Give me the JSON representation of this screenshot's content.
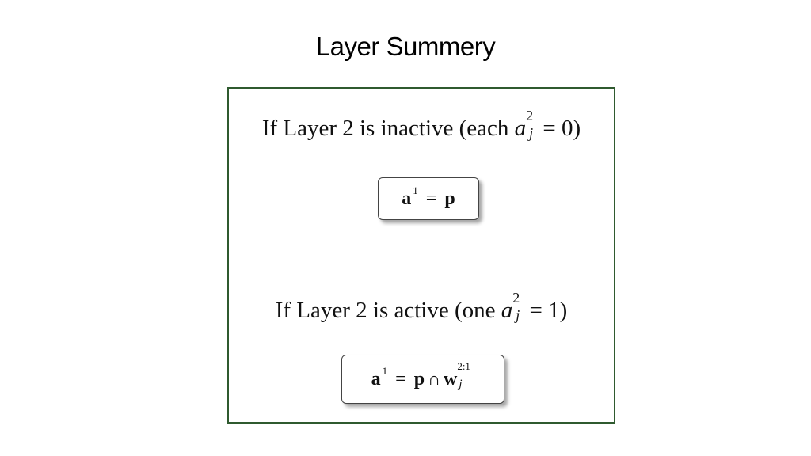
{
  "slide": {
    "title": "Layer Summery"
  },
  "panel": {
    "inactive_prefix": "If Layer 2 is inactive (each ",
    "inactive_var": "a",
    "inactive_sup": "2",
    "inactive_sub": "j",
    "inactive_suffix": " = 0)",
    "eq1_lhs": "a",
    "eq1_sup": "1",
    "eq1_op": "=",
    "eq1_rhs": "p",
    "active_prefix": "If Layer 2 is active (one ",
    "active_var": "a",
    "active_sup": "2",
    "active_sub": "j",
    "active_suffix": " = 1)",
    "eq2_lhs": "a",
    "eq2_sup": "1",
    "eq2_op": "=",
    "eq2_p": "p",
    "eq2_cap": "∩",
    "eq2_w": "w",
    "eq2_w_sup": "2:1",
    "eq2_w_sub": "j"
  }
}
